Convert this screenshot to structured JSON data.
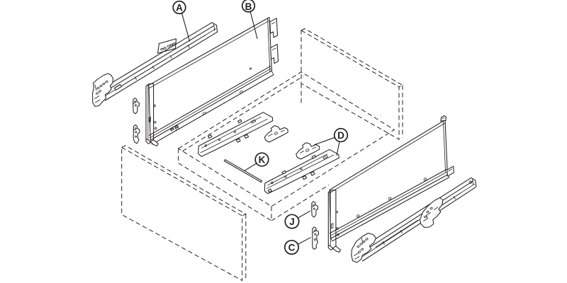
{
  "diagram": {
    "figure_type": "exploded-assembly-line-drawing",
    "colors": {
      "ink": "#231f20",
      "background": "#ffffff"
    },
    "callouts": [
      {
        "label": "A",
        "part": "left-slide-rail"
      },
      {
        "label": "B",
        "part": "left-side-panel"
      },
      {
        "label": "D",
        "part": "bottom-fixing-plate-and-bracket"
      },
      {
        "label": "K",
        "part": "rod"
      },
      {
        "label": "J",
        "part": "fixing-clip-upper"
      },
      {
        "label": "C",
        "part": "fixing-clip-lower"
      }
    ]
  }
}
